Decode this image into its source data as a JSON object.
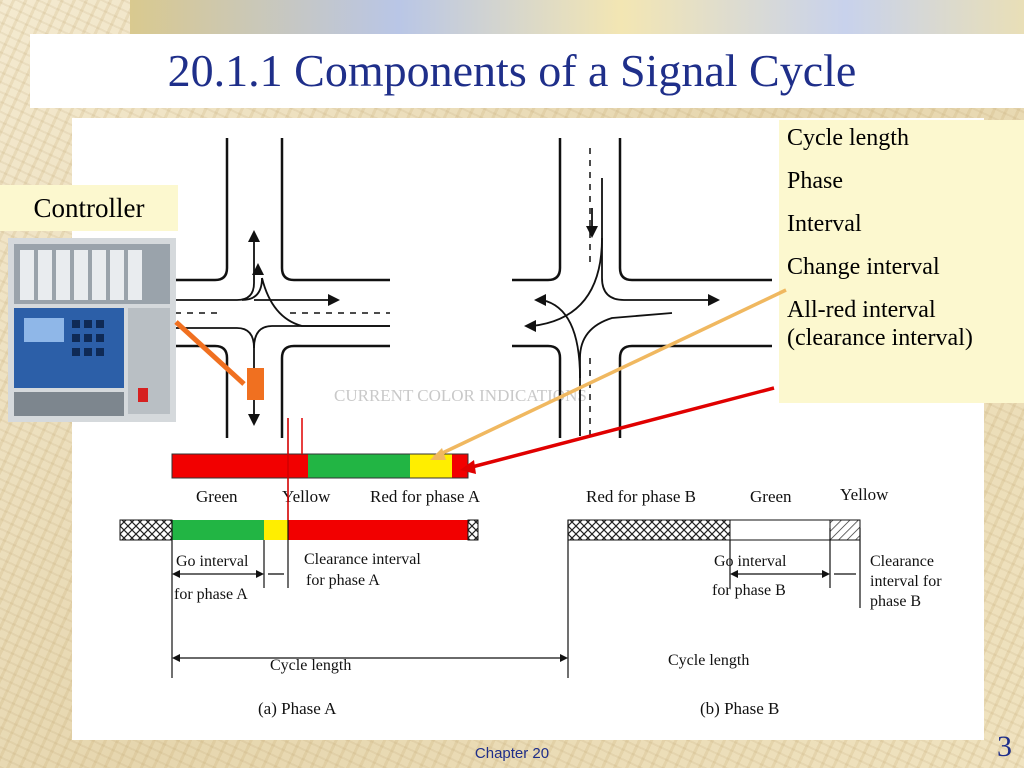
{
  "slide": {
    "title": "20.1.1 Components of a Signal Cycle",
    "footer": "Chapter 20",
    "page_number": "3"
  },
  "controller": {
    "label": "Controller"
  },
  "legend": {
    "items": [
      "Cycle length",
      "Phase",
      "Interval",
      "Change interval"
    ],
    "all_red_line1": "All-red interval",
    "all_red_line2": "(clearance interval)"
  },
  "figure": {
    "labels_a": {
      "green": "Green",
      "yellow": "Yellow",
      "red_for_phase_a": "Red for phase A",
      "go_interval": "Go interval",
      "for_phase_a": "for phase A",
      "clearance_interval": "Clearance interval",
      "clearance_for_phase_a": "for phase A",
      "cycle_length": "Cycle length",
      "caption": "(a)  Phase A"
    },
    "labels_b": {
      "red_for_phase_b": "Red for phase B",
      "green": "Green",
      "yellow": "Yellow",
      "go_interval": "Go interval",
      "for_phase_b": "for phase B",
      "clearance_line1": "Clearance",
      "clearance_line2": "interval for",
      "clearance_line3": "phase B",
      "cycle_length": "Cycle length",
      "caption": "(b)  Phase B"
    },
    "scan_text": {
      "top_heading": "CURRENT COLOR INDICATIONS"
    }
  },
  "colors": {
    "green": "#22b544",
    "yellow": "#ffee00",
    "red": "#f20000",
    "title": "#1f2f8a",
    "legend_bg": "#fcf8cf",
    "arrow_orange": "#f07020",
    "arrow_tan": "#f0b860",
    "arrow_red": "#e00000"
  }
}
